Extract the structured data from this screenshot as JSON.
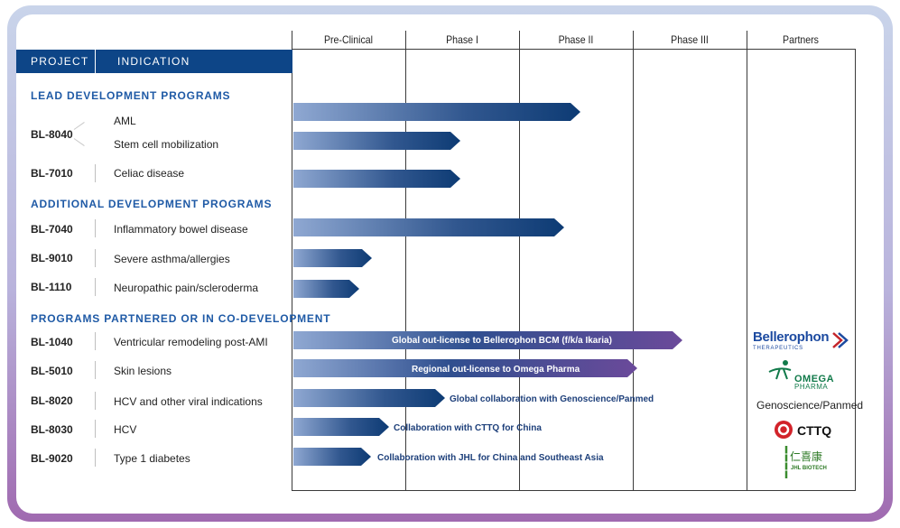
{
  "header": {
    "project": "PROJECT",
    "indication": "INDICATION"
  },
  "columns": [
    "Pre-Clinical",
    "Phase I",
    "Phase II",
    "Phase III",
    "Partners"
  ],
  "sections": {
    "lead": "LEAD DEVELOPMENT PROGRAMS",
    "additional": "ADDITIONAL DEVELOPMENT PROGRAMS",
    "partnered": "PROGRAMS PARTNERED OR IN CO-DEVELOPMENT"
  },
  "rows": [
    {
      "project": "BL-8040",
      "indication": "AML",
      "progress_phase": 2.52
    },
    {
      "project": "",
      "indication": "Stem cell mobilization",
      "progress_phase": 1.47
    },
    {
      "project": "BL-7010",
      "indication": "Celiac disease",
      "progress_phase": 1.47
    },
    {
      "project": "BL-7040",
      "indication": "Inflammatory bowel disease",
      "progress_phase": 2.38
    },
    {
      "project": "BL-9010",
      "indication": "Severe asthma/allergies",
      "progress_phase": 0.69
    },
    {
      "project": "BL-1110",
      "indication": "Neuropathic pain/scleroderma",
      "progress_phase": 0.58
    },
    {
      "project": "BL-1040",
      "indication": "Ventricular remodeling post-AMI",
      "progress_phase": 3.42,
      "note": "Global out-license to Bellerophon BCM (f/k/a Ikaria)"
    },
    {
      "project": "BL-5010",
      "indication": "Skin lesions",
      "progress_phase": 3.02,
      "note": "Regional out-license to Omega Pharma"
    },
    {
      "project": "BL-8020",
      "indication": "HCV and other viral indications",
      "progress_phase": 1.33,
      "note": "Global collaboration with Genoscience/Panmed"
    },
    {
      "project": "BL-8030",
      "indication": "HCV",
      "progress_phase": 0.84,
      "note": "Collaboration with CTTQ for China"
    },
    {
      "project": "BL-9020",
      "indication": "Type 1 diabetes",
      "progress_phase": 0.68,
      "note": "Collaboration with JHL for China and Southeast Asia"
    }
  ],
  "partners": {
    "bellerophon": {
      "name": "Bellerophon",
      "sub": "THERAPEUTICS"
    },
    "omega": {
      "name": "OMEGA",
      "sub": "PHARMA"
    },
    "genoscience": "Genoscience/Panmed",
    "cttq": "CTTQ",
    "jhl": {
      "name": "JHL BIOTECH"
    }
  },
  "colors": {
    "header_bg": "#0d4587",
    "section_title": "#1f5aa6",
    "bar_dark": "#0d3b74",
    "frame_purple": "#a06ab0"
  }
}
